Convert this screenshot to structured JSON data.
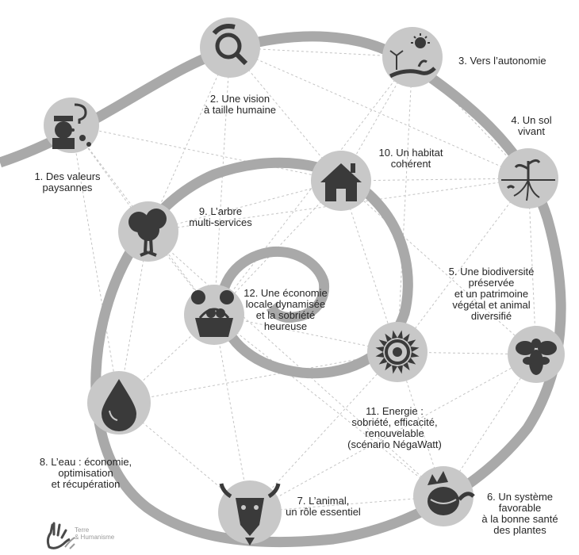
{
  "nodes": [
    {
      "id": 1,
      "label": "1. Des valeurs\npaysannes",
      "icon": "farmer-question-icon"
    },
    {
      "id": 2,
      "label": "2. Une vision\nà taille humaine",
      "icon": "magnifier-icon"
    },
    {
      "id": 3,
      "label": "3. Vers l’autonomie",
      "icon": "sun-wind-hand-icon"
    },
    {
      "id": 4,
      "label": "4. Un sol\nvivant",
      "icon": "plant-roots-icon"
    },
    {
      "id": 5,
      "label": "5. Une biodiversité\npréservée\net un patrimoine\nvégétal et animal\ndiversifié",
      "icon": "bee-icon"
    },
    {
      "id": 6,
      "label": "6. Un système\nfavorable\nà la bonne santé\ndes plantes",
      "icon": "strong-beet-icon"
    },
    {
      "id": 7,
      "label": "7. L’animal,\nun rôle essentiel",
      "icon": "goat-icon"
    },
    {
      "id": 8,
      "label": "8. L’eau : économie,\noptimisation\net récupération",
      "icon": "water-drop-icon"
    },
    {
      "id": 9,
      "label": "9. L’arbre\nmulti-services",
      "icon": "tree-icon"
    },
    {
      "id": 10,
      "label": "10. Un habitat\ncohérent",
      "icon": "house-icon"
    },
    {
      "id": 11,
      "label": "11. Energie :\nsobriété, efficacité,\nrenouvelable\n(scénario NégaWatt)",
      "icon": "sun-icon"
    },
    {
      "id": 12,
      "label": "12. Une économie\nlocale dynamisée\net la sobriété\nheureuse",
      "icon": "market-basket-icon"
    }
  ],
  "logo": {
    "name": "Terre\n& Humanisme",
    "icon": "hands-logo-icon"
  },
  "colors": {
    "spiral": "#a9a9a9",
    "circle": "#c8c8c8",
    "icon": "#3a3a3a",
    "link": "#c4c4c4",
    "text": "#262626"
  }
}
